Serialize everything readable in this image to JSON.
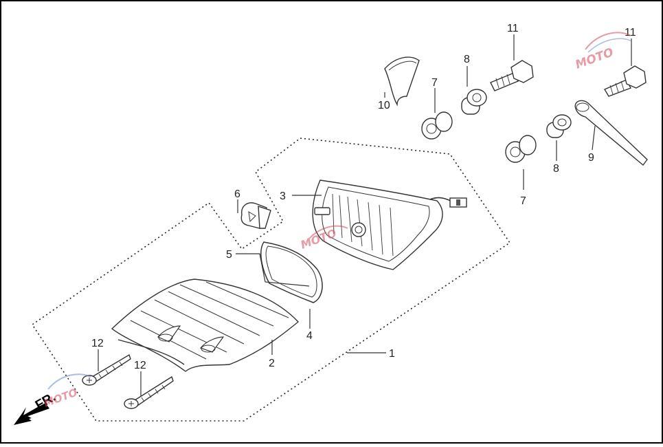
{
  "callouts": {
    "c1": "1",
    "c2": "2",
    "c3": "3",
    "c4": "4",
    "c5": "5",
    "c6": "6",
    "c7a": "7",
    "c7b": "7",
    "c8a": "8",
    "c8b": "8",
    "c9": "9",
    "c10": "10",
    "c11a": "11",
    "c11b": "11",
    "c12a": "12",
    "c12b": "12"
  },
  "direction_label": "FR.",
  "watermark": {
    "text": "MOTO"
  },
  "colors": {
    "line": "#333333",
    "frame": "#000000",
    "watermark_red": "#d44a5a",
    "watermark_blue": "#6a86c8"
  }
}
